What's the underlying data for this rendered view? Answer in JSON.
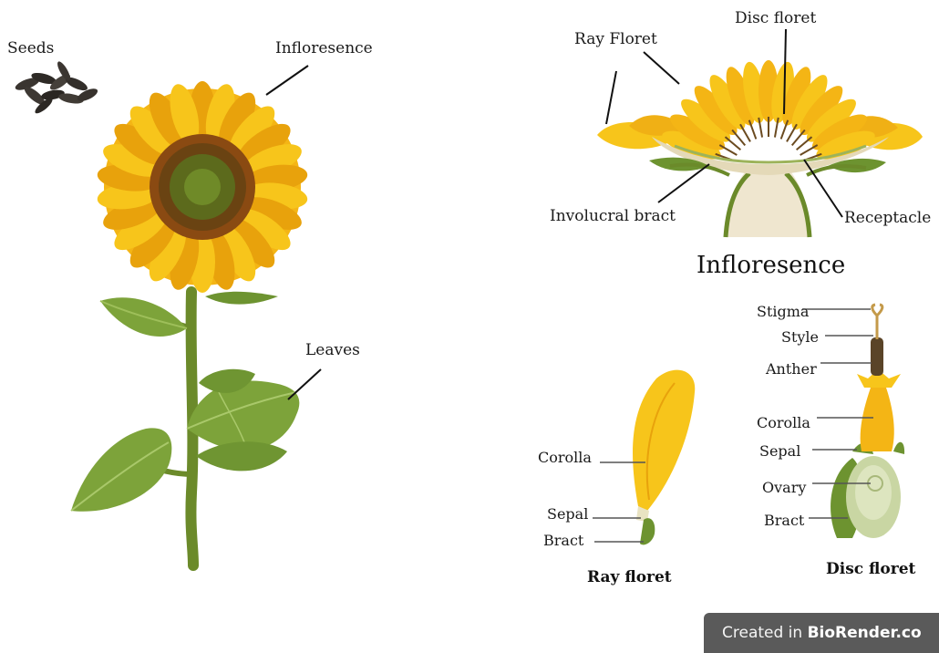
{
  "labels": {
    "seeds": "Seeds",
    "infloresence": "Infloresence",
    "leaves": "Leaves",
    "ray_floret": "Ray Floret",
    "disc_floret": "Disc floret",
    "involucral_bract": "Involucral  bract",
    "receptacle": "Receptacle",
    "stigma": "Stigma",
    "style": "Style",
    "anther": "Anther",
    "disc_corolla": "Corolla",
    "disc_sepal": "Sepal",
    "ovary": "Ovary",
    "disc_bract": "Bract",
    "ray_corolla": "Corolla",
    "ray_sepal": "Sepal",
    "ray_bract": "Bract"
  },
  "section_title": "Infloresence",
  "captions": {
    "ray_floret": "Ray floret",
    "disc_floret": "Disc floret"
  },
  "watermark": {
    "prefix": "Created in ",
    "brand": "BioRender.co"
  },
  "colors": {
    "petal": "#f7c51b",
    "petal_dark": "#e8a20c",
    "disc_center": "#5c6a1c",
    "disc_ring": "#8a4a12",
    "stem": "#6b8a2a",
    "leaf": "#7da33a",
    "receptacle": "#efe6cf",
    "badge_bg": "#5a5a5a"
  }
}
